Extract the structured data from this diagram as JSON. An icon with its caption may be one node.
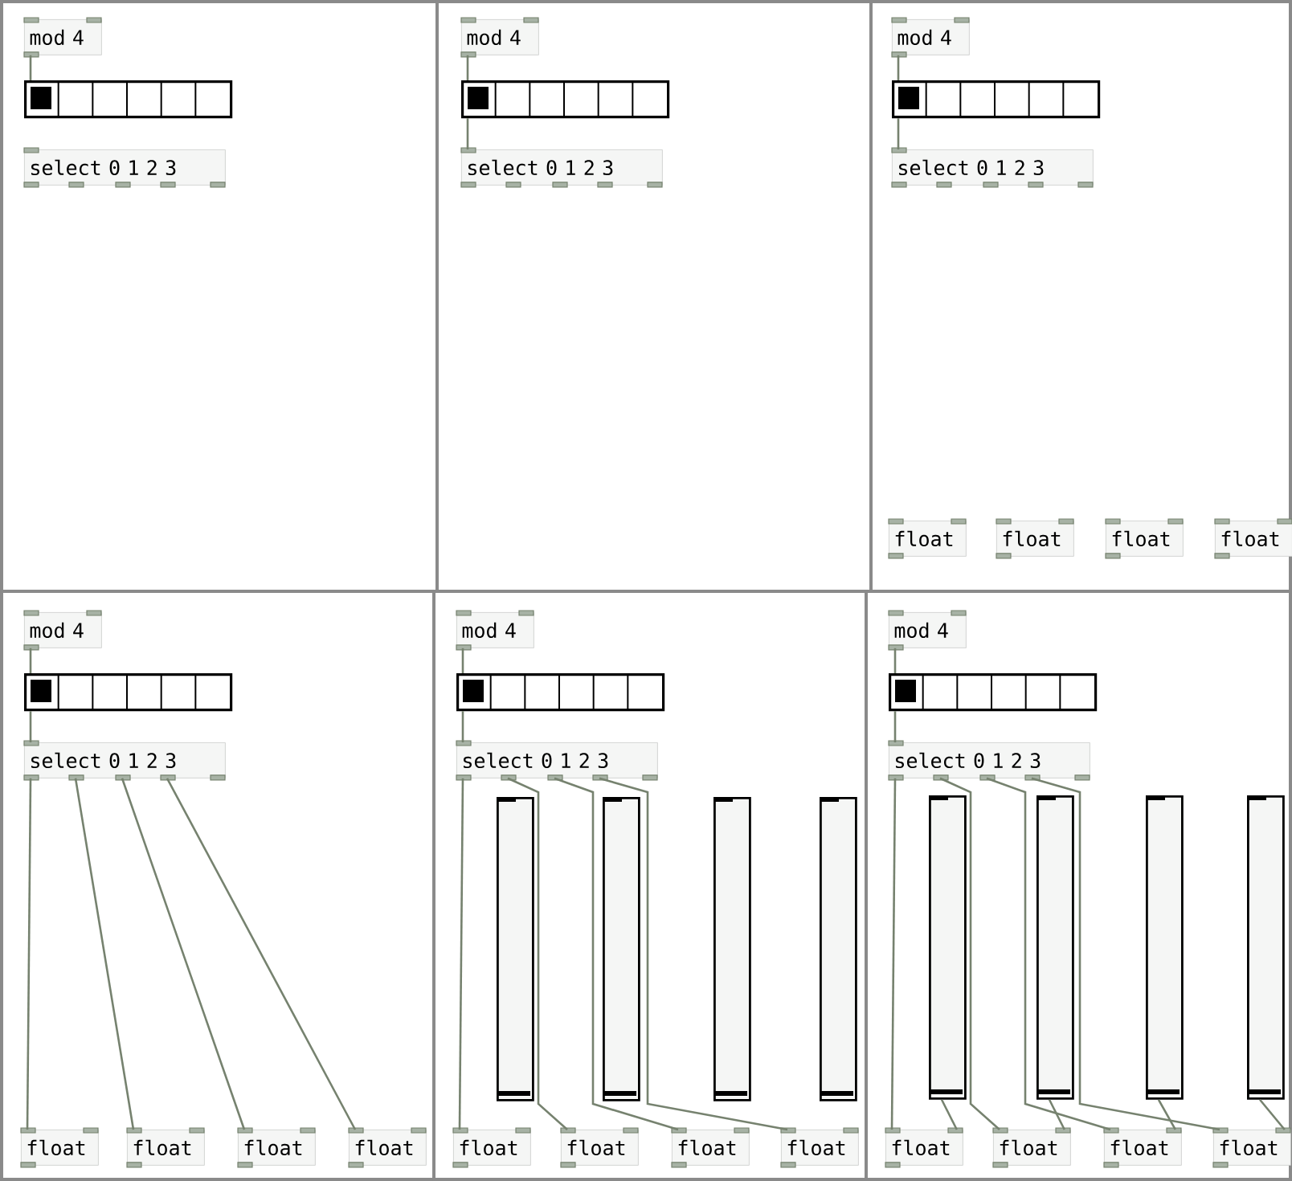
{
  "diagram": {
    "nodes": [
      {
        "text": [
          "mod 4"
        ]
      },
      {
        "text": [],
        "shape": "box"
      },
      {
        "text": [
          "select 0 1 2 3"
        ]
      },
      {
        "text": [
          "mod 4"
        ]
      },
      {
        "text": [],
        "shape": "box"
      },
      {
        "text": [
          "select 0 1 2 3"
        ]
      },
      {
        "text": [
          "mod 4"
        ]
      },
      {
        "text": [],
        "shape": "box"
      },
      {
        "text": [
          "select 0 1 2 3"
        ]
      },
      {
        "text": [
          "float"
        ]
      },
      {
        "text": [
          "float"
        ]
      },
      {
        "text": [
          "float"
        ]
      },
      {
        "text": [
          "float"
        ]
      },
      {
        "text": [
          "mod 4"
        ]
      },
      {
        "text": [],
        "shape": "box"
      },
      {
        "text": [
          "select 0 1 2 3"
        ]
      },
      {
        "text": [
          "float"
        ]
      },
      {
        "text": [
          "float"
        ]
      },
      {
        "text": [
          "float"
        ]
      },
      {
        "text": [
          "float"
        ]
      },
      {
        "text": [
          "mod 4"
        ]
      },
      {
        "text": [],
        "shape": "box"
      },
      {
        "text": [
          "select 0 1 2 3"
        ]
      },
      {
        "text": [],
        "shape": "bar"
      },
      {
        "text": [],
        "shape": "bar"
      },
      {
        "text": [],
        "shape": "bar"
      },
      {
        "text": [],
        "shape": "bar"
      },
      {
        "text": [
          "float"
        ]
      },
      {
        "text": [
          "float"
        ]
      },
      {
        "text": [
          "float"
        ]
      },
      {
        "text": [
          "float"
        ]
      },
      {
        "text": [
          "mod 4"
        ]
      },
      {
        "text": [],
        "shape": "box"
      },
      {
        "text": [
          "select 0 1 2 3"
        ]
      },
      {
        "text": [],
        "shape": "bar"
      },
      {
        "text": [],
        "shape": "bar"
      },
      {
        "text": [],
        "shape": "bar"
      },
      {
        "text": [],
        "shape": "bar"
      },
      {
        "text": [
          "float"
        ]
      },
      {
        "text": [
          "float"
        ]
      },
      {
        "text": [
          "float"
        ]
      },
      {
        "text": [
          "float"
        ]
      }
    ],
    "edges": [
      {
        "from": 0,
        "to": 1,
        "arrow": "none"
      },
      {
        "from": 3,
        "to": 4,
        "arrow": "none"
      },
      {
        "from": 4,
        "to": 5,
        "arrow": "none"
      },
      {
        "from": 6,
        "to": 7,
        "arrow": "none"
      },
      {
        "from": 7,
        "to": 8,
        "arrow": "none"
      },
      {
        "from": 13,
        "to": 14,
        "arrow": "none"
      },
      {
        "from": 14,
        "to": 15,
        "arrow": "none"
      },
      {
        "from": 15,
        "to": 16,
        "arrow": "none"
      },
      {
        "from": 15,
        "to": 17,
        "arrow": "none"
      },
      {
        "from": 15,
        "to": 18,
        "arrow": "none"
      },
      {
        "from": 15,
        "to": 19,
        "arrow": "none"
      },
      {
        "from": 20,
        "to": 21,
        "arrow": "none"
      },
      {
        "from": 21,
        "to": 22,
        "arrow": "none"
      },
      {
        "from": 22,
        "to": 27,
        "arrow": "none"
      },
      {
        "from": 22,
        "to": 28,
        "arrow": "none"
      },
      {
        "from": 22,
        "to": 29,
        "arrow": "none"
      },
      {
        "from": 22,
        "to": 30,
        "arrow": "none"
      },
      {
        "from": 31,
        "to": 32,
        "arrow": "none"
      },
      {
        "from": 32,
        "to": 33,
        "arrow": "none"
      },
      {
        "from": 33,
        "to": 38,
        "arrow": "none"
      },
      {
        "from": 33,
        "to": 39,
        "arrow": "none"
      },
      {
        "from": 33,
        "to": 40,
        "arrow": "none"
      },
      {
        "from": 33,
        "to": 41,
        "arrow": "none"
      },
      {
        "from": 34,
        "to": 38,
        "arrow": "none"
      },
      {
        "from": 35,
        "to": 39,
        "arrow": "none"
      },
      {
        "from": 36,
        "to": 40,
        "arrow": "none"
      },
      {
        "from": 37,
        "to": 41,
        "arrow": "none"
      }
    ]
  }
}
